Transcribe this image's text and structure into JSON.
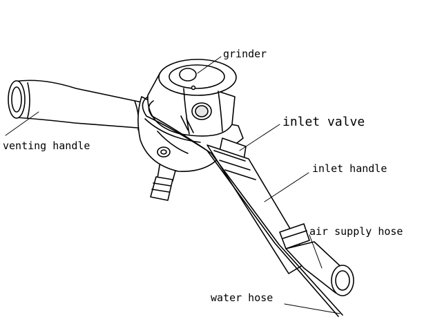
{
  "labels": {
    "grinder": "grinder",
    "inlet_valve": "inlet valve",
    "venting_handle": "venting handle",
    "inlet_handle": "inlet handle",
    "air_supply_hose": "air supply hose",
    "water_hose": "water hose"
  },
  "colors": {
    "line": "#000000",
    "fill": "#ffffff",
    "shade": "#e6e6e6"
  }
}
